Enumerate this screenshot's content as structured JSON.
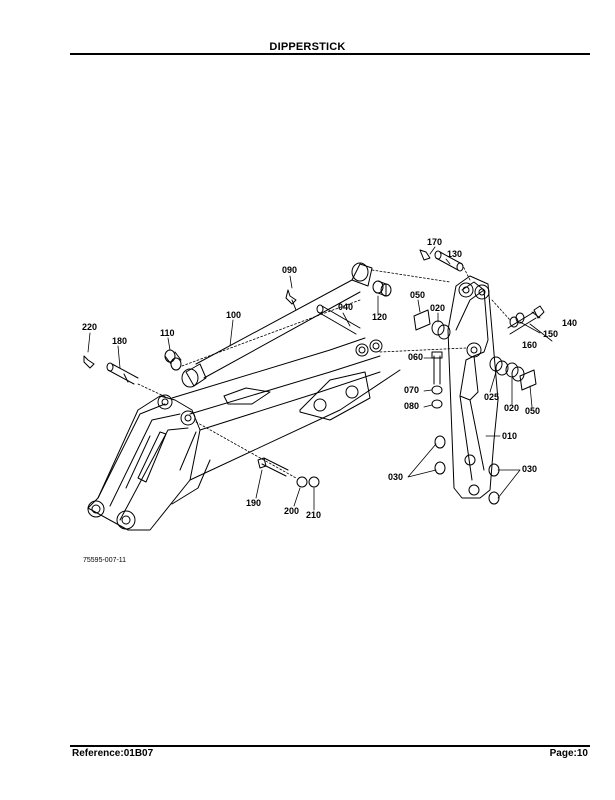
{
  "header": {
    "title": "DIPPERSTICK"
  },
  "figure": {
    "code": "75595-007-11",
    "callouts": [
      "170",
      "130",
      "090",
      "140",
      "050",
      "020",
      "150",
      "040",
      "100",
      "160",
      "120",
      "220",
      "110",
      "180",
      "060",
      "070",
      "080",
      "025",
      "020",
      "050",
      "010",
      "030",
      "030",
      "190",
      "200",
      "210"
    ]
  },
  "footer": {
    "reference": "Reference:01B07",
    "page": "Page:10"
  }
}
